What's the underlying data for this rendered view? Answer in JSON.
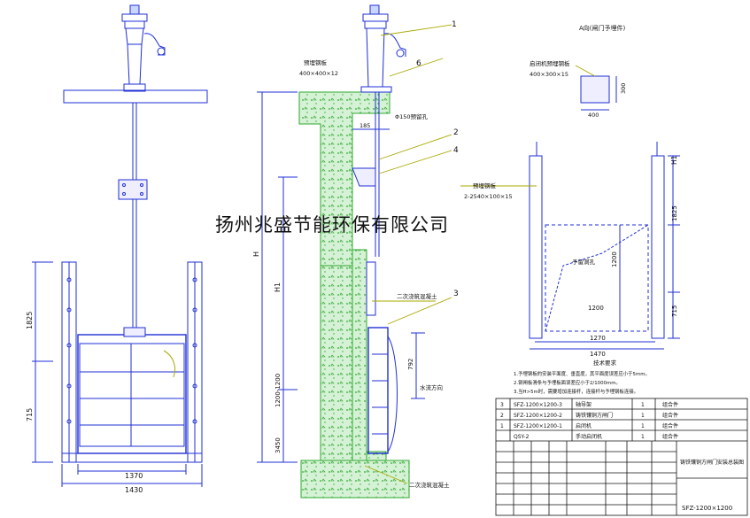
{
  "company_name": "扬州兆盛节能环保有限公司",
  "front_view": {
    "dim_left_upper": "1825",
    "dim_left_lower": "715",
    "dim_inner_width": "1370",
    "dim_outer_width": "1430"
  },
  "section_view": {
    "steel_plate_label": "预埋钢板",
    "steel_plate_size": "400×400×12",
    "pipe_hole": "Φ150预留孔",
    "dim_185": "185",
    "height_H": "H",
    "height_H1": "H1",
    "dim_792": "792",
    "dim_1200_1200": "1200-1200",
    "dim_3450": "3450",
    "water_level": "水流方向",
    "concrete_top": "二次浇筑混凝土",
    "concrete_bottom": "二次浇筑混凝土",
    "callout_1": "1",
    "callout_6": "6",
    "callout_2": "2",
    "callout_4": "4",
    "callout_3": "3"
  },
  "view_a": {
    "title": "A向(闸门予埋件)",
    "embed_label": "启闭机预埋钢板",
    "embed_size": "400×300×15",
    "dim_400": "400",
    "dim_300": "300",
    "plate_label": "预埋钢板",
    "plate_size": "2-2540×100×15",
    "dim_H1": "H1",
    "dim_1825": "1825",
    "dim_1200v": "1200",
    "dim_715": "715",
    "dim_1200h": "1200",
    "dim_1270": "1270",
    "dim_1470": "1470",
    "opening_label": "予留洞孔"
  },
  "notes": {
    "title": "技术要求",
    "lines": [
      "1.予埋钢板的安装平面度、垂直度，其平面度误差应小于5mm。",
      "2.钢闸板滑条与予埋板面误差应小于2/1000mm。",
      "3.当H>5m时，需要增加连接杆，连接杆与予埋钢板连接。"
    ]
  },
  "bom": [
    {
      "no": "3",
      "code": "SFZ-1200×1200-3",
      "name": "轴导架",
      "qty": "1",
      "material": "组合件"
    },
    {
      "no": "2",
      "code": "SFZ-1200×1200-2",
      "name": "铸铁镶铜方闸门",
      "qty": "1",
      "material": "组合件"
    },
    {
      "no": "1",
      "code": "SFZ-1200×1200-1",
      "name": "启闭机",
      "qty": "1",
      "material": "组合件"
    },
    {
      "no": "",
      "code": "QSY-2",
      "name": "手动启闭机",
      "qty": "1",
      "material": "组合件"
    }
  ],
  "title_block": {
    "drawing_title": "铸铁镶铜方闸门安装总装图",
    "drawing_no": "SFZ-1200×1200"
  },
  "colors": {
    "line": "#1f2fd6",
    "concrete": "#2ea82e",
    "leader": "#a8a800",
    "ink": "#111111"
  }
}
